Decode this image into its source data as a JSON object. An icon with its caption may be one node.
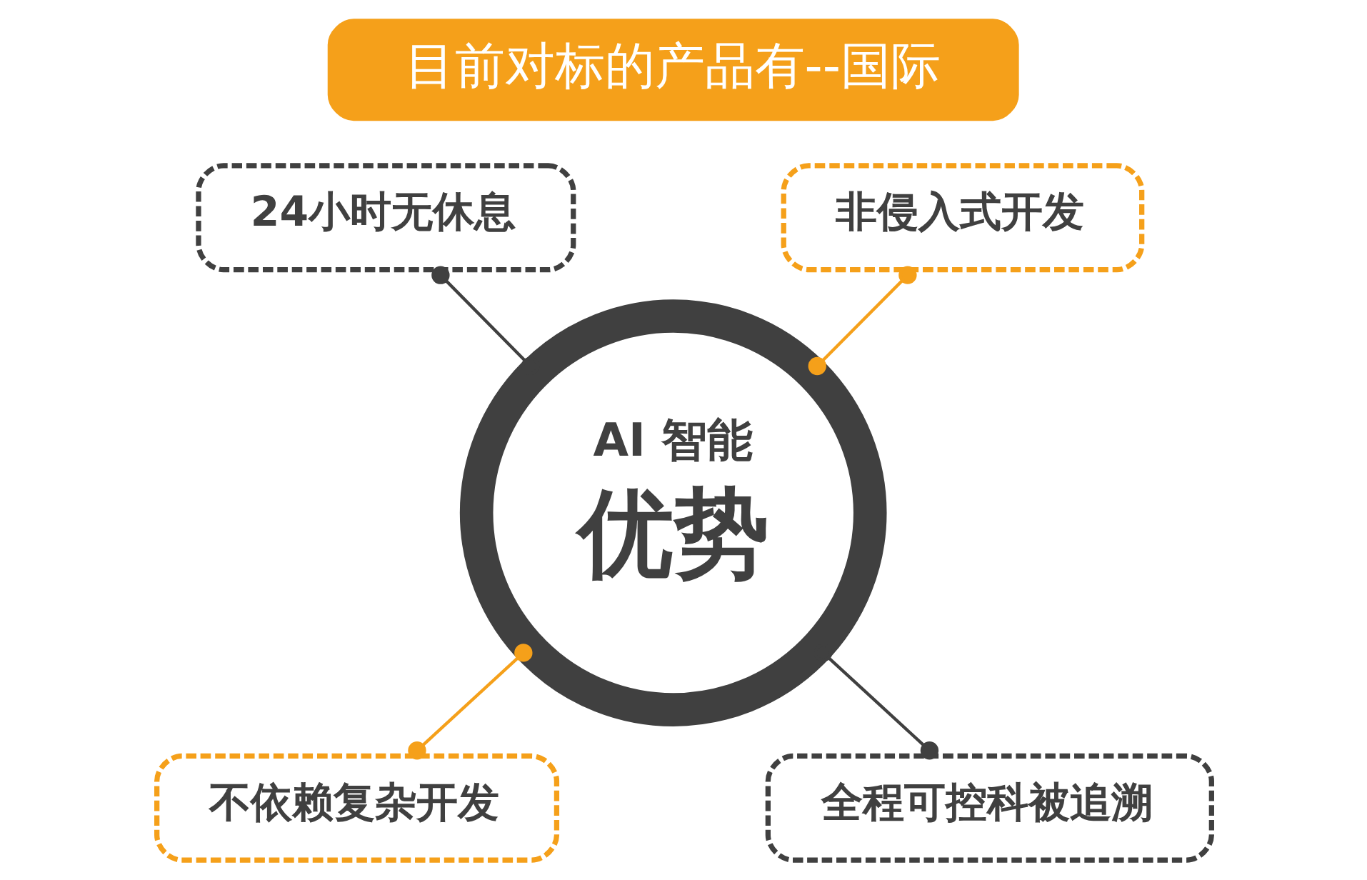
{
  "diagram": {
    "nodes": [
      {
        "text": [
          "目前对标的产品有--国际"
        ]
      },
      {
        "text": [
          "24小时无休息"
        ]
      },
      {
        "text": [
          "非侵入式开发"
        ]
      },
      {
        "text": [
          "AI 智能",
          "优势"
        ]
      },
      {
        "text": [
          "不依赖复杂开发"
        ]
      },
      {
        "text": [
          "全程可控科被追溯"
        ]
      }
    ],
    "edges": [
      {
        "from": 1,
        "to": 3,
        "arrow": "other",
        "color": "#404040"
      },
      {
        "from": 2,
        "to": 3,
        "arrow": "other",
        "color": "#f5a01a"
      },
      {
        "from": 3,
        "to": 4,
        "arrow": "other",
        "color": "#f5a01a"
      },
      {
        "from": 3,
        "to": 5,
        "arrow": "other",
        "color": "#404040"
      }
    ]
  }
}
